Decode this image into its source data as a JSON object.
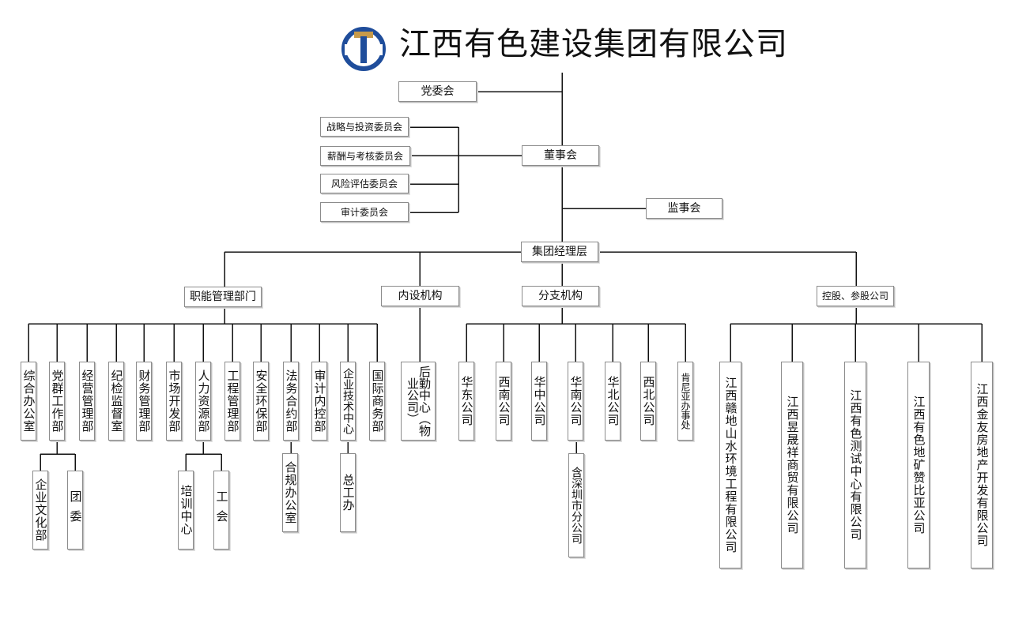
{
  "title": "江西有色建设集团有限公司",
  "colors": {
    "logo_blue": "#1f4d9b",
    "logo_gold": "#c79a4a",
    "line": "#111111"
  },
  "nodes": {
    "party": "党委会",
    "board": "董事会",
    "supervisors": "监事会",
    "management": "集团经理层",
    "committees": [
      "战略与投资委员会",
      "薪酬与考核委员会",
      "风险评估委员会",
      "审计委员会"
    ],
    "categories": {
      "functional": "职能管理部门",
      "internal": "内设机构",
      "branches": "分支机构",
      "holdings": "控股、参股公司"
    },
    "functional_depts": [
      "综合办公室",
      "党群工作部",
      "经营管理部",
      "纪检监督室",
      "财务管理部",
      "市场开发部",
      "人力资源部",
      "工程管理部",
      "安全环保部",
      "法务合约部",
      "审计内控部",
      "企业技术中心",
      "国际商务部"
    ],
    "dept_subunits": {
      "party_work": [
        "企业文化部",
        "团委"
      ],
      "hr": [
        "培训中心",
        "工会"
      ],
      "legal": "合规办公室",
      "tech": "总工办"
    },
    "internal_units": [
      "后勤中心（物业公司）"
    ],
    "branch_units": [
      "华东公司",
      "西南公司",
      "华中公司",
      "华南公司",
      "华北公司",
      "西北公司",
      "肯尼亚办事处"
    ],
    "branch_sub": "含深圳市分公司",
    "holding_units": [
      "江西赣地山水环境工程有限公司",
      "江西昱晟祥商贸有限公司",
      "江西有色测试中心有限公司",
      "江西有色地矿赞比亚公司",
      "江西金友房地产开发有限公司"
    ]
  }
}
